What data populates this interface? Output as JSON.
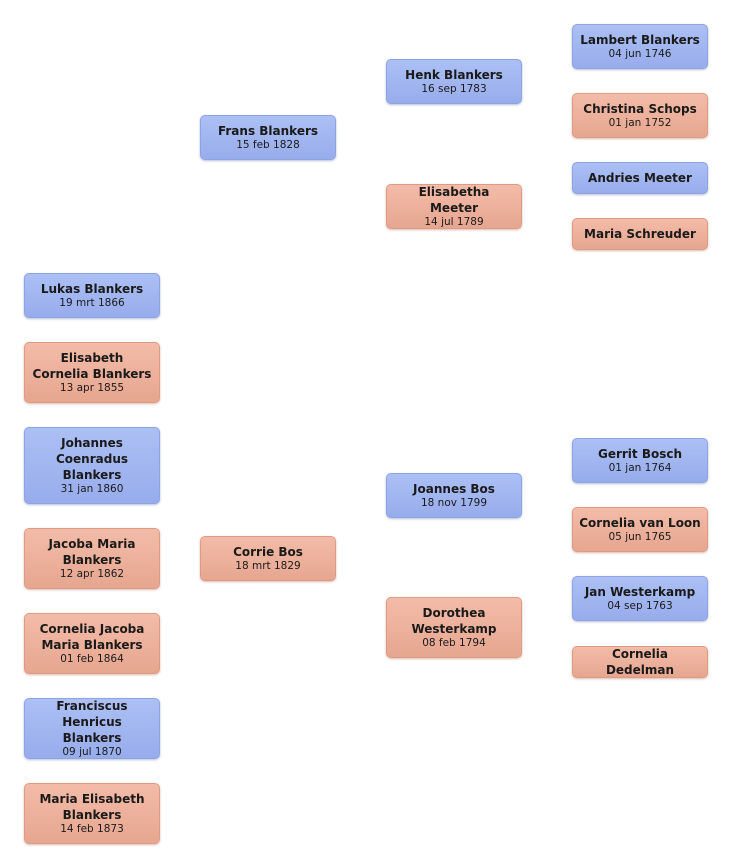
{
  "children": [
    {
      "name": "Lukas Blankers",
      "date": "19 mrt 1866",
      "sex": "male"
    },
    {
      "name": "Elisabeth Cornelia Blankers",
      "date": "13 apr 1855",
      "sex": "female"
    },
    {
      "name": "Johannes Coenradus Blankers",
      "date": "31 jan 1860",
      "sex": "male"
    },
    {
      "name": "Jacoba Maria Blankers",
      "date": "12 apr 1862",
      "sex": "female"
    },
    {
      "name": "Cornelia Jacoba Maria Blankers",
      "date": "01 feb 1864",
      "sex": "female"
    },
    {
      "name": "Franciscus Henricus Blankers",
      "date": "09 jul 1870",
      "sex": "male"
    },
    {
      "name": "Maria Elisabeth Blankers",
      "date": "14 feb 1873",
      "sex": "female"
    }
  ],
  "parents": [
    {
      "name": "Frans Blankers",
      "date": "15 feb 1828",
      "sex": "male"
    },
    {
      "name": "Corrie Bos",
      "date": "18 mrt 1829",
      "sex": "female"
    }
  ],
  "grandparents": [
    {
      "name": "Henk Blankers",
      "date": "16 sep 1783",
      "sex": "male"
    },
    {
      "name": "Elisabetha Meeter",
      "date": "14 jul 1789",
      "sex": "female"
    },
    {
      "name": "Joannes Bos",
      "date": "18 nov 1799",
      "sex": "male"
    },
    {
      "name": "Dorothea Westerkamp",
      "date": "08 feb 1794",
      "sex": "female"
    }
  ],
  "great_grandparents": [
    {
      "name": "Lambert Blankers",
      "date": "04 jun 1746",
      "sex": "male"
    },
    {
      "name": "Christina Schops",
      "date": "01 jan 1752",
      "sex": "female"
    },
    {
      "name": "Andries Meeter",
      "date": "",
      "sex": "male"
    },
    {
      "name": "Maria Schreuder",
      "date": "",
      "sex": "female"
    },
    {
      "name": "Gerrit Bosch",
      "date": "01 jan 1764",
      "sex": "male"
    },
    {
      "name": "Cornelia van Loon",
      "date": "05 jun 1765",
      "sex": "female"
    },
    {
      "name": "Jan Westerkamp",
      "date": "04 sep 1763",
      "sex": "male"
    },
    {
      "name": "Cornelia Dedelman",
      "date": "",
      "sex": "female"
    }
  ]
}
